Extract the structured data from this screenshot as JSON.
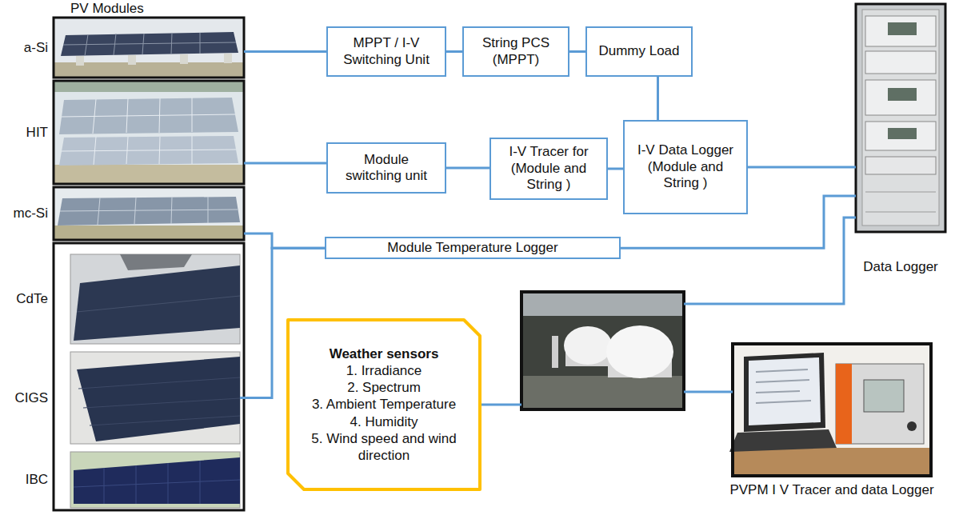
{
  "diagram": {
    "nodes": [
      {
        "text": [
          "a-Si"
        ]
      },
      {
        "text": [
          "HIT"
        ]
      },
      {
        "text": [
          "mc-Si"
        ]
      },
      {
        "text": [
          "CdTe"
        ]
      },
      {
        "text": [
          "CIGS"
        ]
      },
      {
        "text": [
          "IBC"
        ]
      },
      {
        "text": [
          "MPPT / I-V Switching Unit"
        ]
      },
      {
        "text": [
          "String PCS (MPPT)"
        ]
      },
      {
        "text": [
          "Dummy Load"
        ]
      },
      {
        "text": [
          "Module switching unit"
        ]
      },
      {
        "text": [
          "I-V Tracer for (Module and String )"
        ]
      },
      {
        "text": [
          "I-V Data Logger (Module and String )"
        ]
      },
      {
        "text": [
          "Data Logger"
        ]
      },
      {
        "text": [
          "Module Temperature Logger"
        ]
      },
      {
        "text": [
          "Weather sensors",
          "1. Irradiance",
          "2. Spectrum",
          "3. Ambient Temperature",
          "4. Humidity",
          "5. Wind speed and wind direction"
        ]
      },
      {
        "text": [
          "PVPM I V Tracer and data Logger"
        ]
      }
    ],
    "edges": [
      {
        "from": 0,
        "to": 6,
        "arrow": "none"
      },
      {
        "from": 6,
        "to": 7,
        "arrow": "none"
      },
      {
        "from": 7,
        "to": 8,
        "arrow": "none"
      },
      {
        "from": 8,
        "to": 11,
        "arrow": "none"
      },
      {
        "from": 1,
        "to": 9,
        "arrow": "none"
      },
      {
        "from": 9,
        "to": 10,
        "arrow": "none"
      },
      {
        "from": 10,
        "to": 11,
        "arrow": "none"
      },
      {
        "from": 11,
        "to": 12,
        "arrow": "none"
      },
      {
        "from": 2,
        "to": 13,
        "arrow": "none"
      },
      {
        "from": 4,
        "to": 13,
        "arrow": "none"
      },
      {
        "from": 13,
        "to": 12,
        "arrow": "none"
      }
    ],
    "labels": [
      "PV Modules"
    ]
  }
}
